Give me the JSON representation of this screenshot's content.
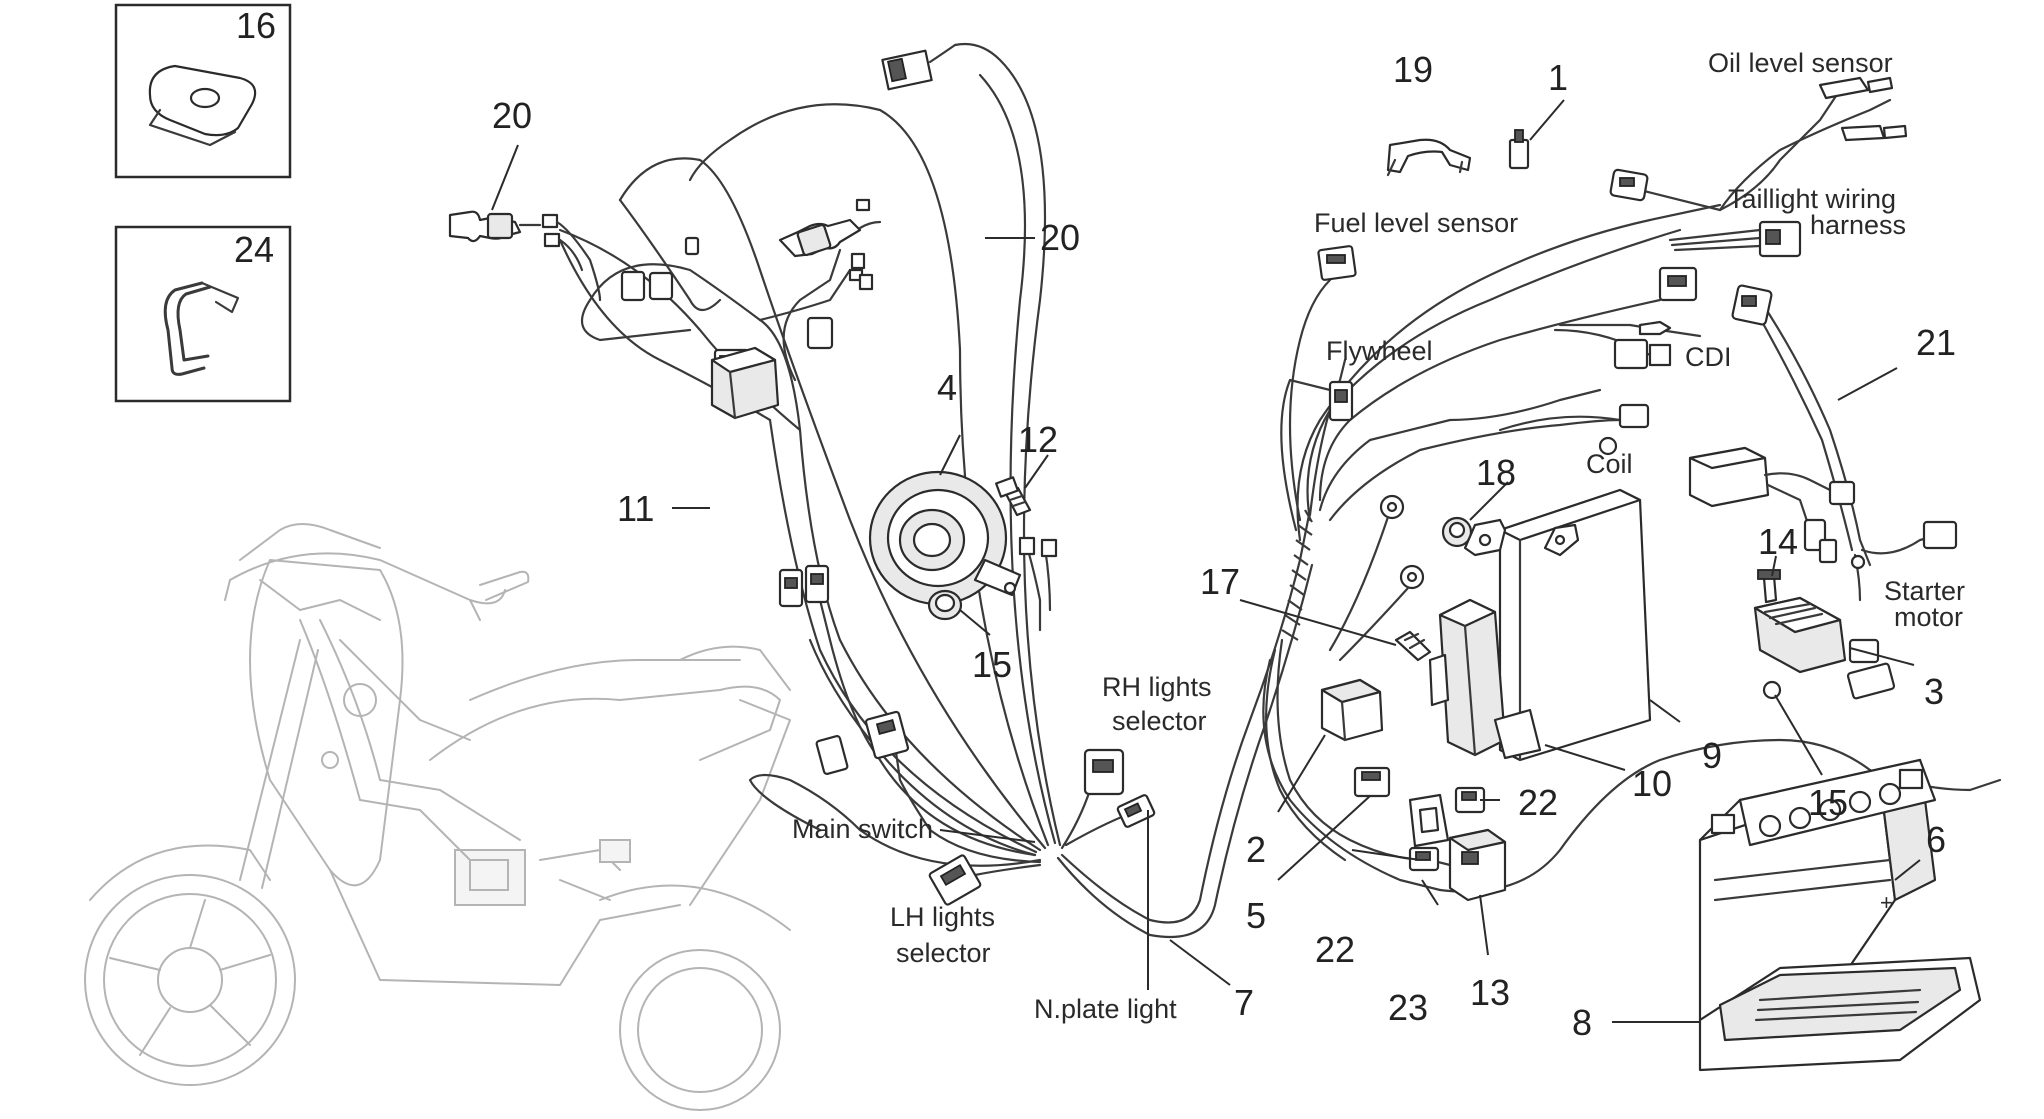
{
  "part_numbers": {
    "n16": "16",
    "n24": "24",
    "n20a": "20",
    "n20b": "20",
    "n19": "19",
    "n1": "1",
    "n4": "4",
    "n12": "12",
    "n11": "11",
    "n15a": "15",
    "n18": "18",
    "n17": "17",
    "n21": "21",
    "n14": "14",
    "n3": "3",
    "n9": "9",
    "n10": "10",
    "n15b": "15",
    "n22a": "22",
    "n22b": "22",
    "n2": "2",
    "n5": "5",
    "n6": "6",
    "n23": "23",
    "n13": "13",
    "n7": "7",
    "n8": "8"
  },
  "labels": {
    "oil_level_sensor": "Oil level sensor",
    "taillight_line1": "Taillight wiring",
    "taillight_line2": "harness",
    "fuel_level_sensor": "Fuel level sensor",
    "flywheel": "Flywheel",
    "cdi": "CDI",
    "coil": "Coil",
    "starter_line1": "Starter",
    "starter_line2": "motor",
    "rh_lights_line1": "RH lights",
    "rh_lights_line2": "selector",
    "main_switch": "Main switch",
    "lh_lights_line1": "LH lights",
    "lh_lights_line2": "selector",
    "nplate_light": "N.plate light"
  },
  "colors": {
    "line": "#2b2b2b",
    "ghost": "#b4b4b4",
    "background": "#ffffff"
  }
}
